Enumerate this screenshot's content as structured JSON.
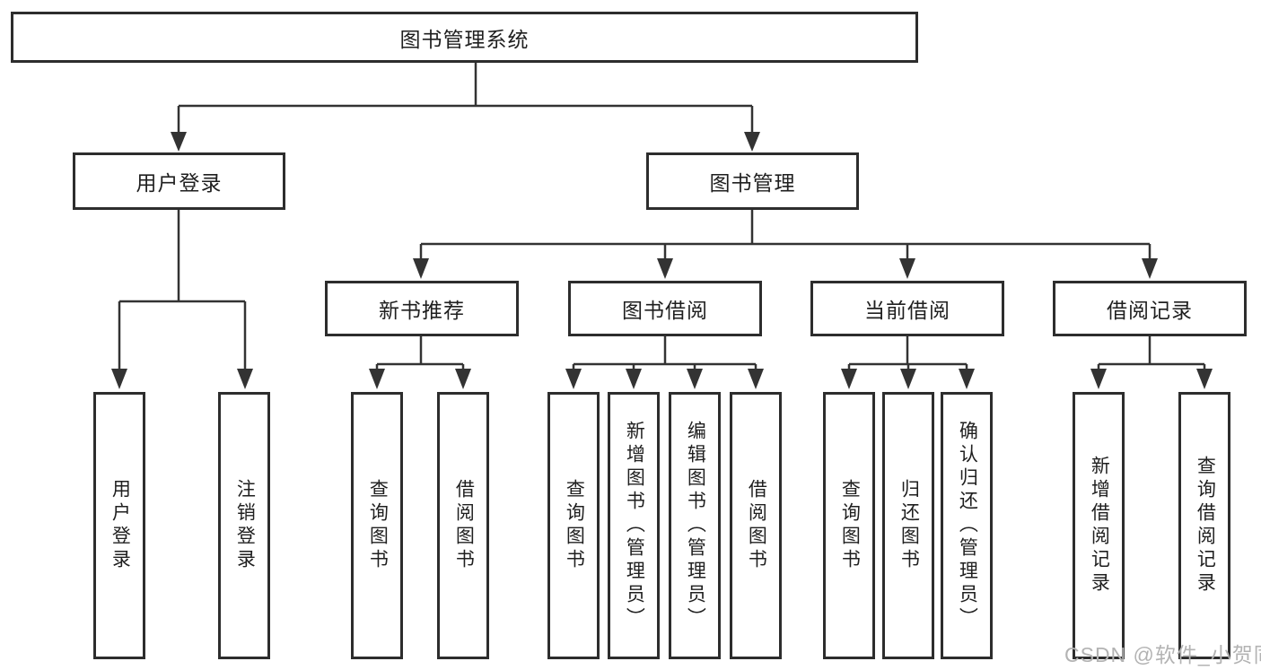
{
  "diagram": {
    "root_label": "图书管理系统",
    "level2": {
      "user_login": "用户登录",
      "book_mgmt": "图书管理"
    },
    "level3": {
      "new_books": "新书推荐",
      "borrowing": "图书借阅",
      "current": "当前借阅",
      "records": "借阅记录"
    },
    "leaves": {
      "user_login": {
        "login": "用户登录",
        "logout": "注销登录"
      },
      "new_books": {
        "query": "查询图书",
        "borrow": "借阅图书"
      },
      "borrowing": {
        "query": "查询图书",
        "add": "新增图书（管理员）",
        "edit": "编辑图书（管理员）",
        "borrow": "借阅图书"
      },
      "current": {
        "query": "查询图书",
        "return": "归还图书",
        "confirm": "确认归还（管理员）"
      },
      "records": {
        "add": "新增借阅记录",
        "query": "查询借阅记录"
      }
    },
    "colors": {
      "line": "#333333",
      "box_border": "#2d2d2d",
      "text": "#1f1f1f",
      "background": "#ffffff",
      "watermark": "#b3b3b3"
    }
  },
  "watermark": {
    "text": "CSDN @软件_小贺同学"
  }
}
